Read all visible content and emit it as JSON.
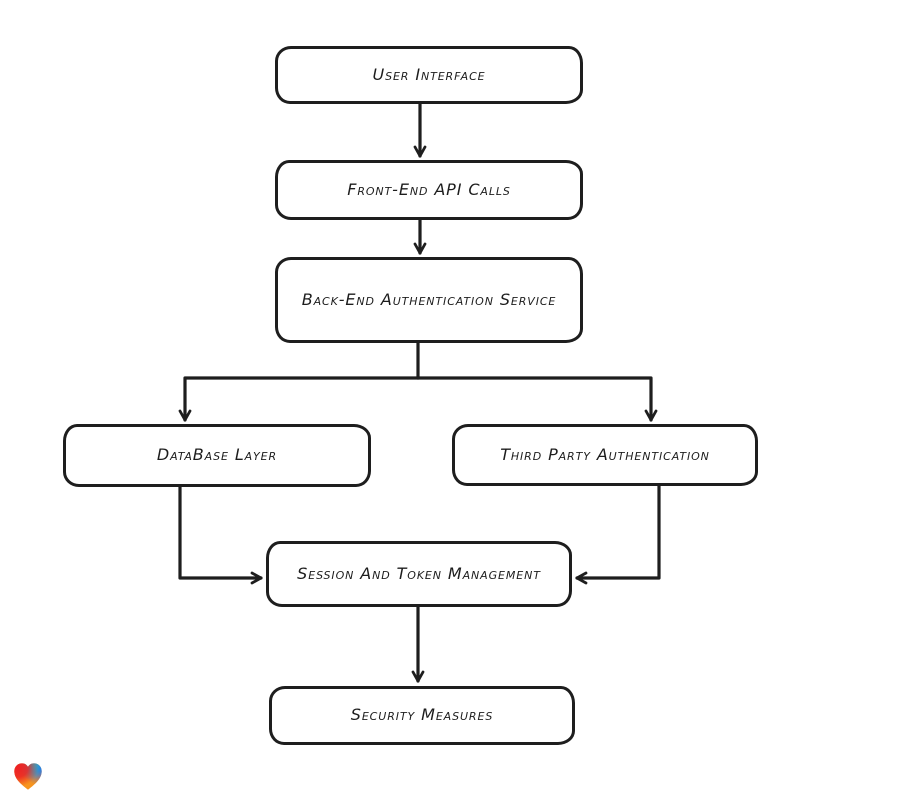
{
  "canvas": {
    "background": "#ffffff",
    "stroke_color": "#1e1e1e",
    "node_fill": "#ffffff",
    "text_color": "#1d1d1d"
  },
  "diagram": {
    "type": "flowchart",
    "nodes": [
      {
        "id": "user-interface",
        "label": "User Interface"
      },
      {
        "id": "front-end-api-calls",
        "label": "Front-End API Calls"
      },
      {
        "id": "back-end-authentication-service",
        "label": "Back-End Authentication Service"
      },
      {
        "id": "database-layer",
        "label": "DataBase Layer"
      },
      {
        "id": "third-party-authentication",
        "label": "Third Party Authentication"
      },
      {
        "id": "session-and-token-management",
        "label": "Session And Token Management"
      },
      {
        "id": "security-measures",
        "label": "Security Measures"
      }
    ],
    "edges": [
      {
        "from": "user-interface",
        "to": "front-end-api-calls"
      },
      {
        "from": "front-end-api-calls",
        "to": "back-end-authentication-service"
      },
      {
        "from": "back-end-authentication-service",
        "to": "database-layer"
      },
      {
        "from": "back-end-authentication-service",
        "to": "third-party-authentication"
      },
      {
        "from": "database-layer",
        "to": "session-and-token-management"
      },
      {
        "from": "third-party-authentication",
        "to": "session-and-token-management"
      },
      {
        "from": "session-and-token-management",
        "to": "security-measures"
      }
    ]
  },
  "logo": {
    "name": "gradient-heart",
    "colors": {
      "red": "#ed2024",
      "teal": "#12c0d4",
      "blue": "#2a5cf4",
      "orange": "#f7941d"
    }
  }
}
